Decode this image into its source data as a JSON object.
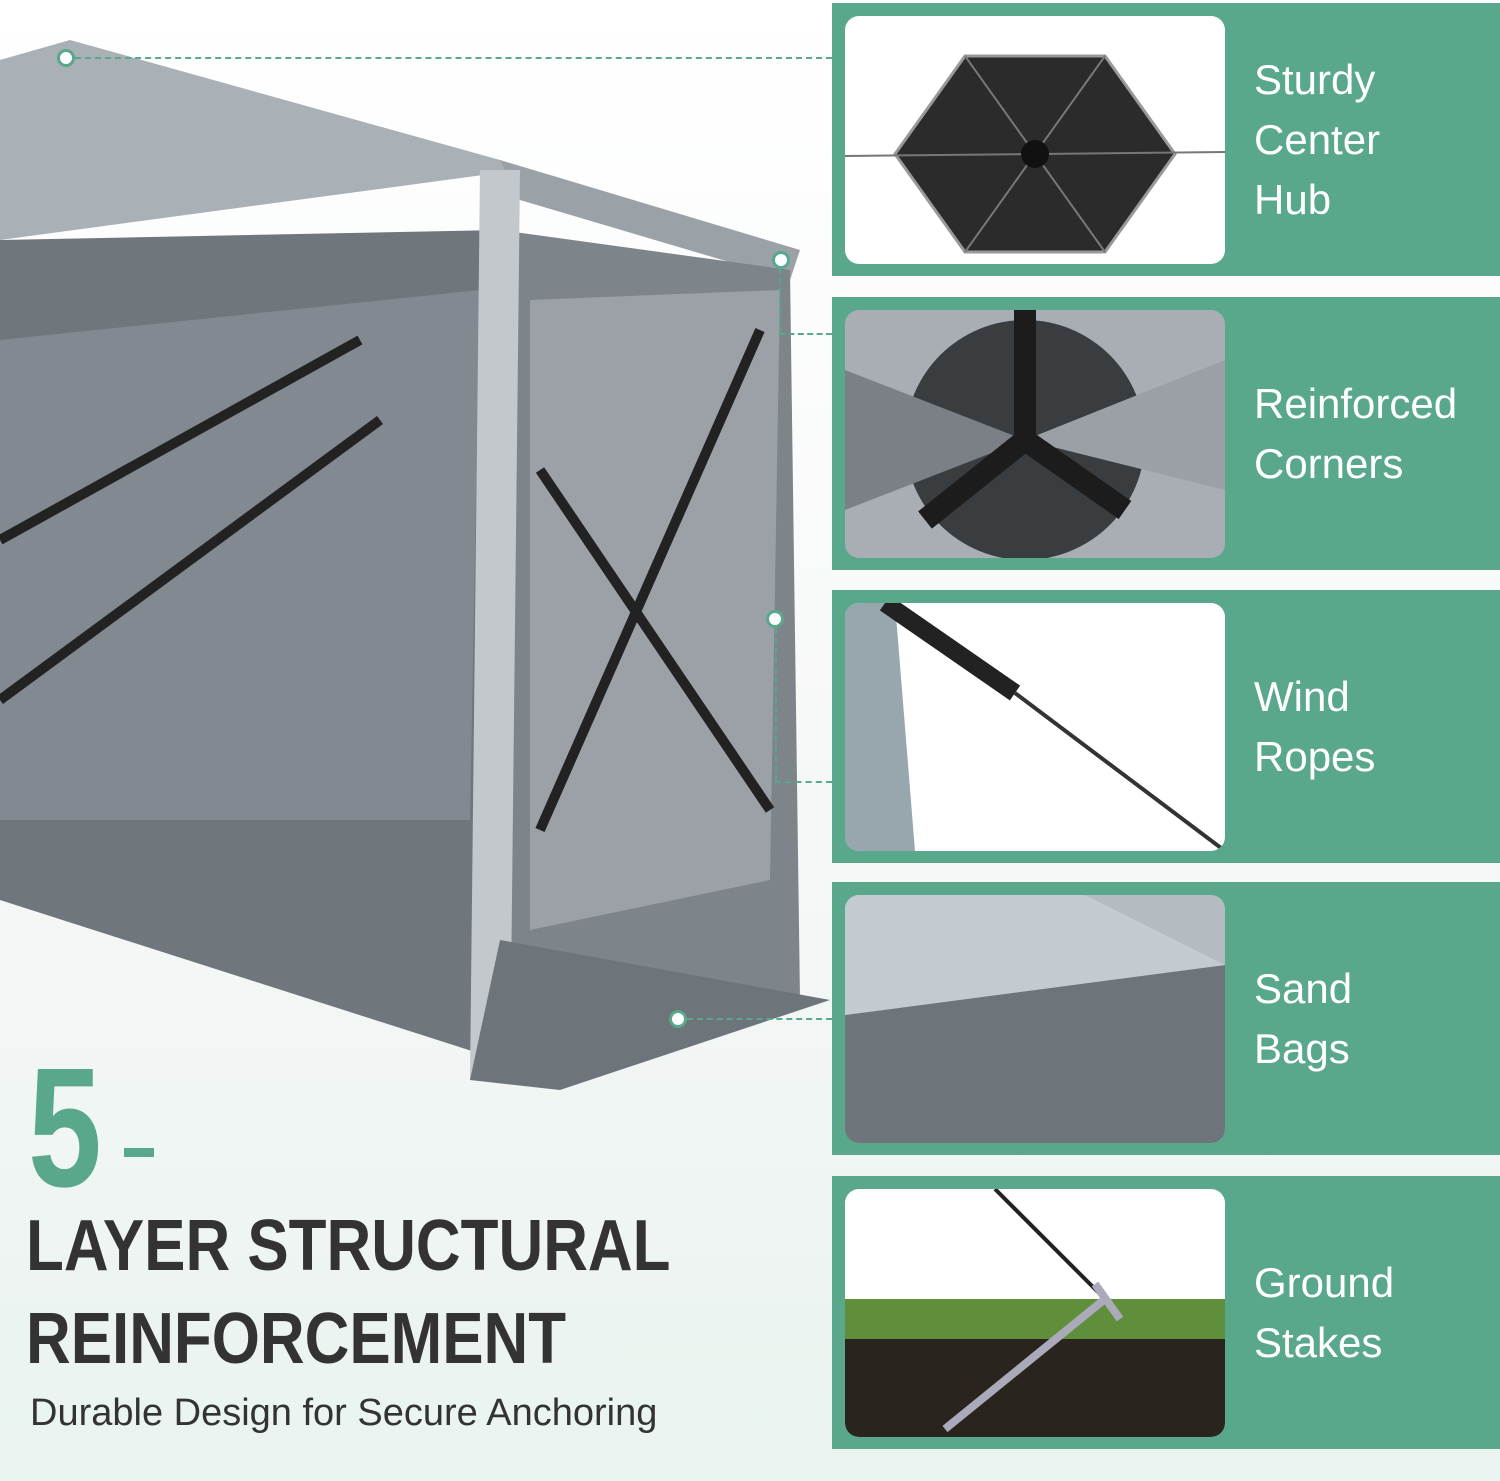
{
  "headline": {
    "number": "5",
    "line1": "LAYER STRUCTURAL",
    "line2": "REINFORCEMENT",
    "subtitle": "Durable Design for Secure Anchoring"
  },
  "features": [
    {
      "label": "Sturdy\nCenter\nHub",
      "icon": "center-hub-photo"
    },
    {
      "label": "Reinforced\nCorners",
      "icon": "corner-photo"
    },
    {
      "label": "Wind\nRopes",
      "icon": "wind-rope-photo"
    },
    {
      "label": "Sand\nBags",
      "icon": "sand-bag-photo"
    },
    {
      "label": "Ground\nStakes",
      "icon": "ground-stake-photo"
    }
  ],
  "colors": {
    "accent": "#5aa88c",
    "text": "#333333",
    "tent": "#8c949c"
  }
}
